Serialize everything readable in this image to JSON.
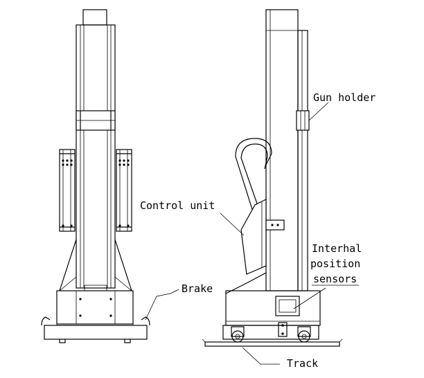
{
  "labels": {
    "gun_holder": "Gun holder",
    "control_unit": "Control unit",
    "internal_sensors_line1": "Interhal",
    "internal_sensors_line2": "position",
    "internal_sensors_line3": "sensors",
    "brake": "Brake",
    "track": "Track"
  }
}
